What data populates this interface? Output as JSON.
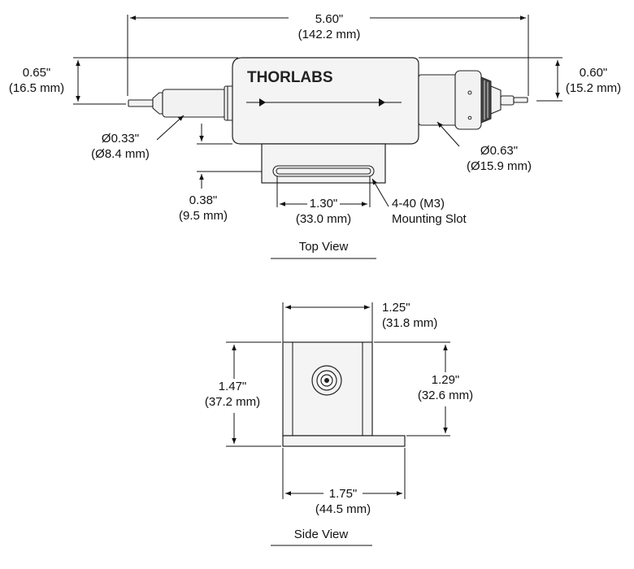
{
  "brand": "THORLABS",
  "top_view": {
    "title": "Top View",
    "overall_length": {
      "in": "5.60\"",
      "mm": "(142.2 mm)"
    },
    "left_height": {
      "in": "0.65\"",
      "mm": "(16.5 mm)"
    },
    "right_height": {
      "in": "0.60\"",
      "mm": "(15.2 mm)"
    },
    "left_diameter": {
      "in": "Ø0.33\"",
      "mm": "(Ø8.4 mm)"
    },
    "right_diameter": {
      "in": "Ø0.63\"",
      "mm": "(Ø15.9 mm)"
    },
    "base_offset": {
      "in": "0.38\"",
      "mm": "(9.5 mm)"
    },
    "slot_length": {
      "in": "1.30\"",
      "mm": "(33.0 mm)"
    },
    "slot_label": {
      "line1": "4-40 (M3)",
      "line2": "Mounting Slot"
    }
  },
  "side_view": {
    "title": "Side View",
    "top_width": {
      "in": "1.25\"",
      "mm": "(31.8 mm)"
    },
    "total_height": {
      "in": "1.47\"",
      "mm": "(37.2 mm)"
    },
    "body_height": {
      "in": "1.29\"",
      "mm": "(32.6 mm)"
    },
    "base_width": {
      "in": "1.75\"",
      "mm": "(44.5 mm)"
    }
  }
}
